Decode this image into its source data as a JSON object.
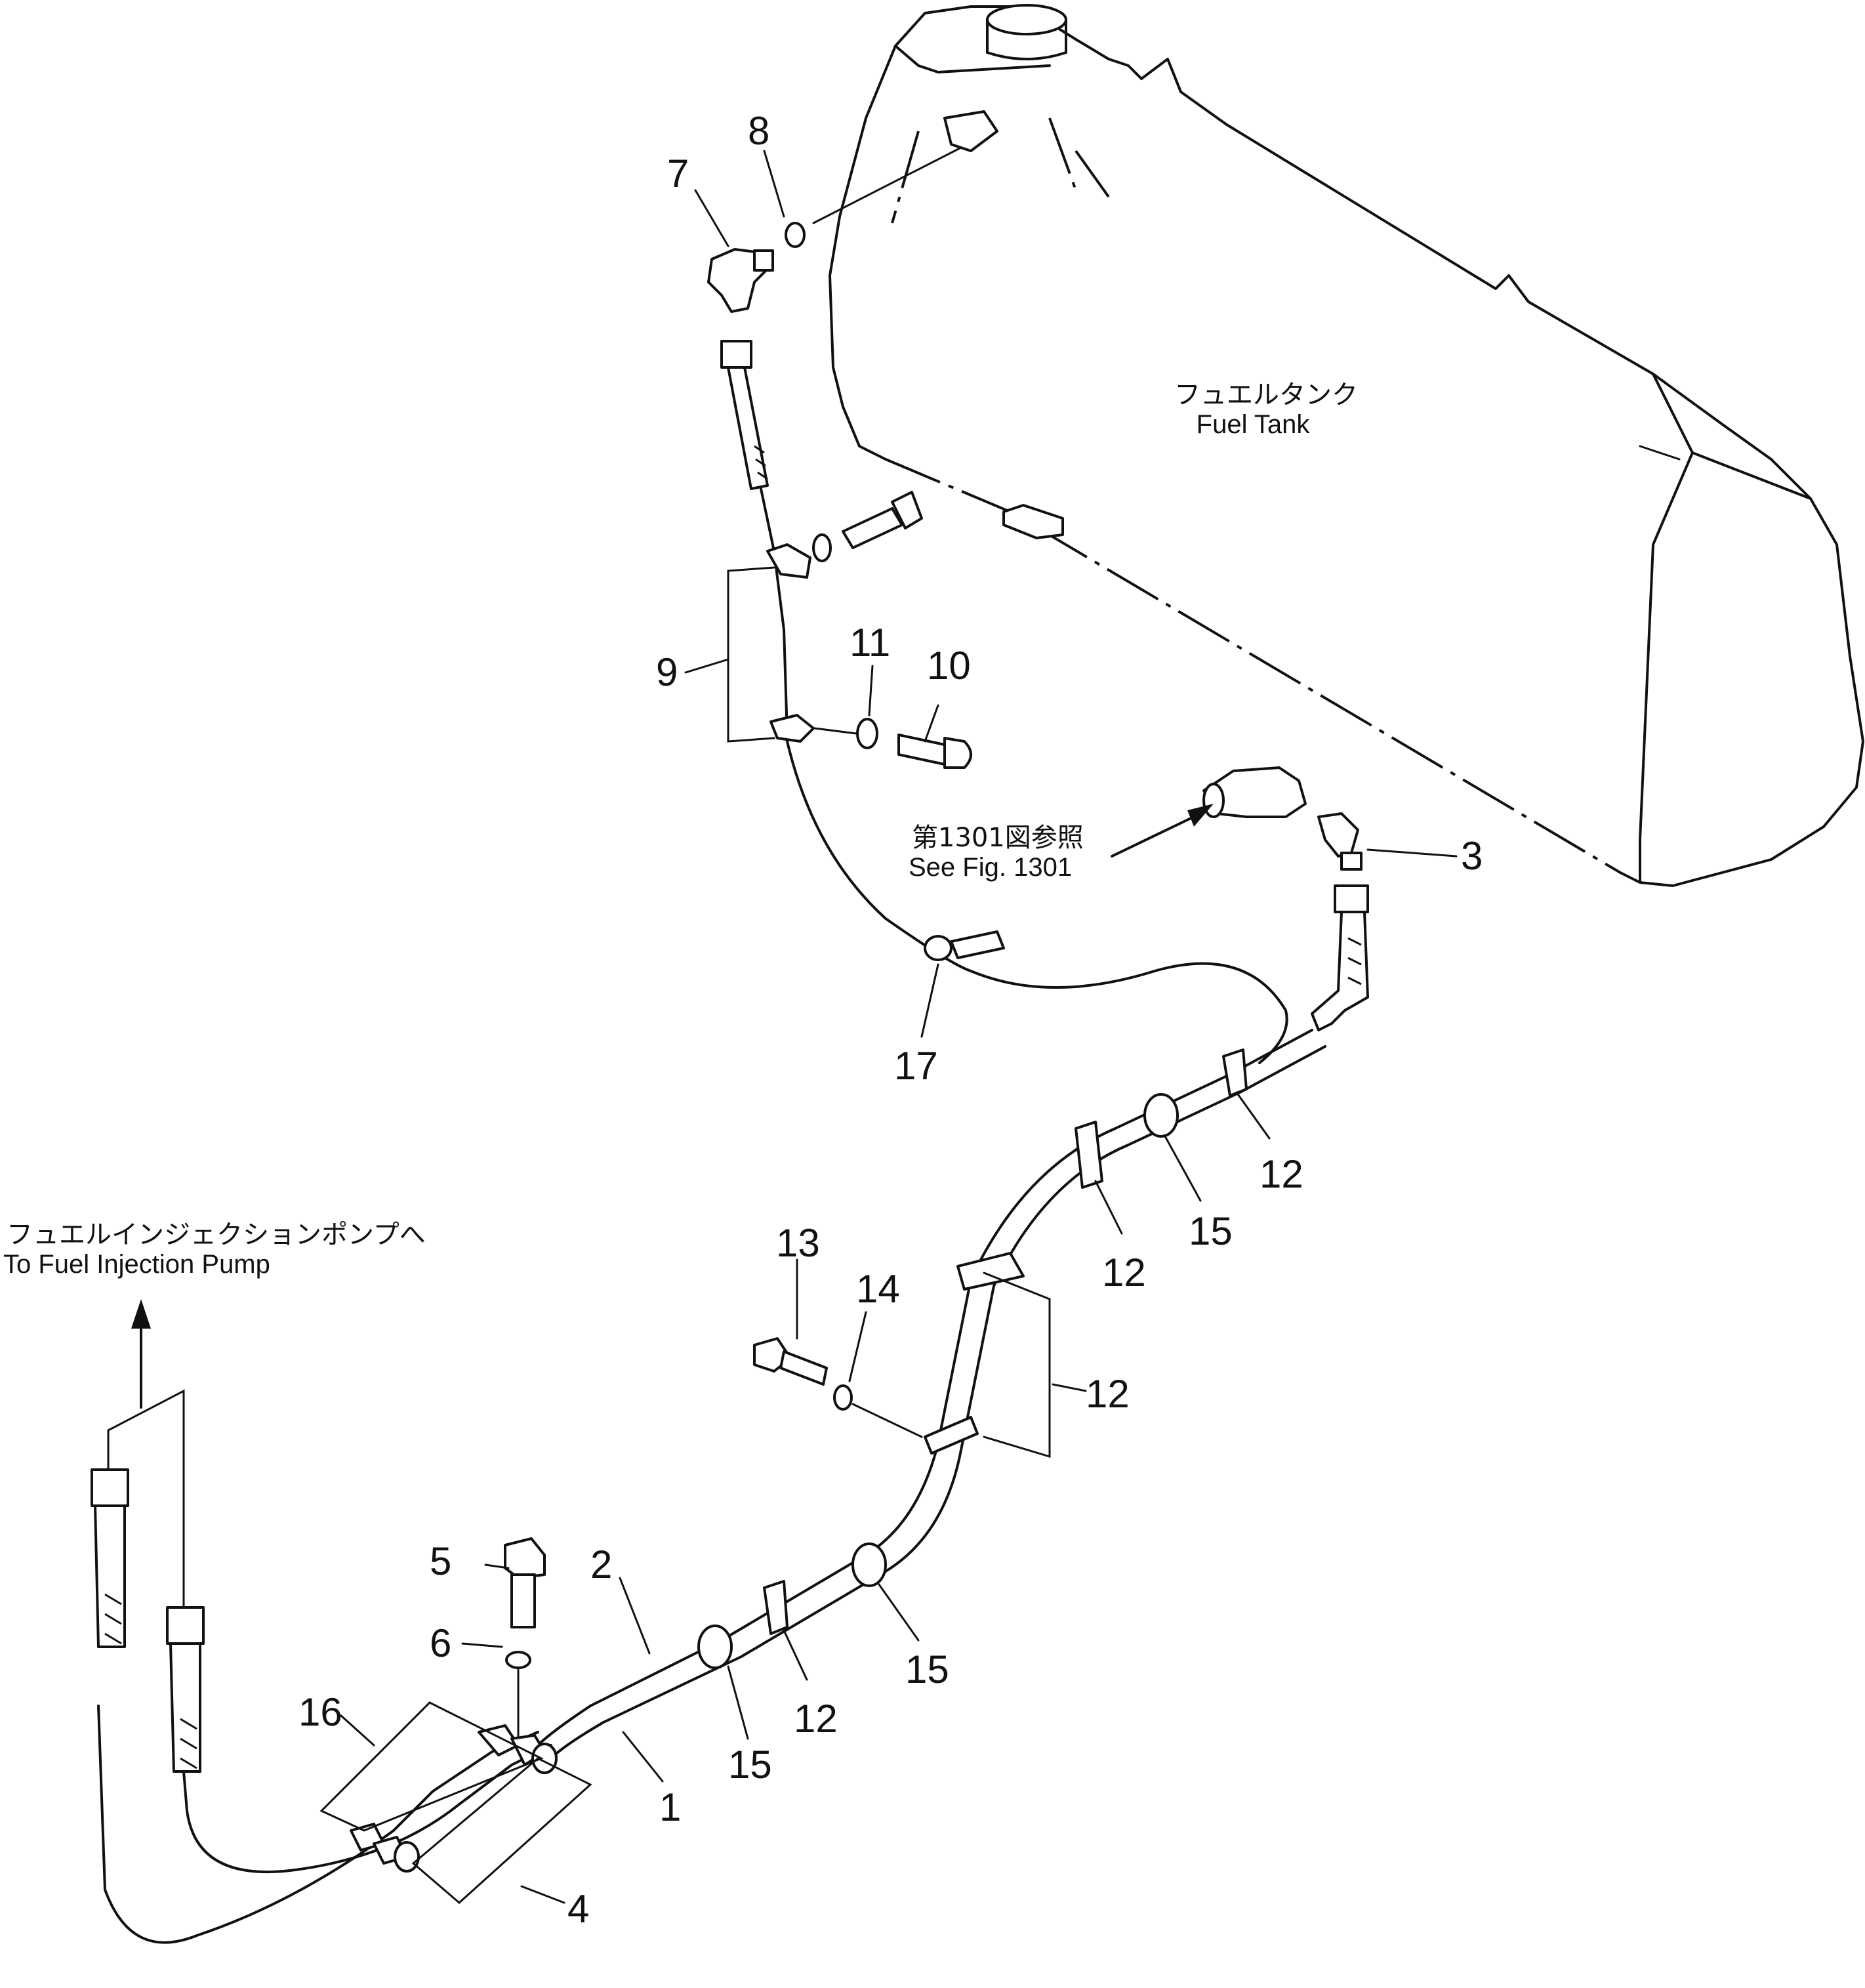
{
  "labels": {
    "fuel_tank_jp": "フュエルタンク",
    "fuel_tank_en": "Fuel Tank",
    "see_fig_jp": "第1301図参照",
    "see_fig_en": "See Fig. 1301",
    "to_pump_jp": "フュエルインジェクションポンプへ",
    "to_pump_en": "To Fuel Injection Pump"
  },
  "callouts": {
    "p1": "1",
    "p2": "2",
    "p3": "3",
    "p4": "4",
    "p5": "5",
    "p6": "6",
    "p7": "7",
    "p8": "8",
    "p9": "9",
    "p10": "10",
    "p11": "11",
    "p12a": "12",
    "p12b": "12",
    "p12c": "12",
    "p12d": "12",
    "p13": "13",
    "p14": "14",
    "p15a": "15",
    "p15b": "15",
    "p15c": "15",
    "p16": "16",
    "p17": "17"
  }
}
